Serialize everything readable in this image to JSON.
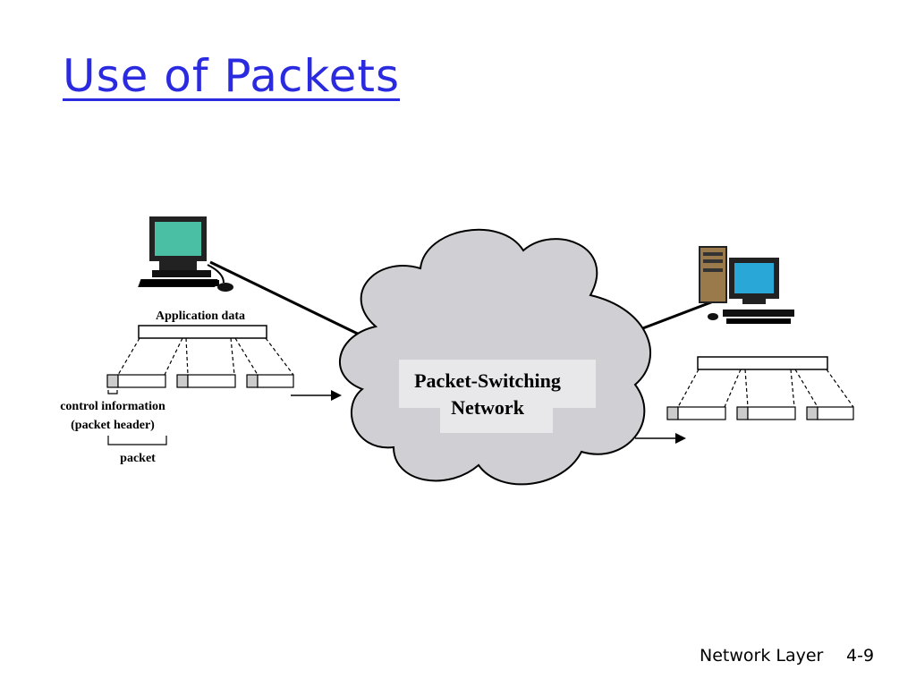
{
  "title": "Use of Packets",
  "diagram": {
    "application_data_label": "Application data",
    "control_info_label_line1": "control information",
    "control_info_label_line2": "(packet header)",
    "packet_label": "packet",
    "network_label_line1": "Packet-Switching",
    "network_label_line2": "Network",
    "icons": [
      "desktop-computer-icon",
      "tower-computer-icon",
      "arrow-right-icon"
    ],
    "colors": {
      "cloud_fill": "#d0d0d4",
      "screen_left": "#4bbfa3",
      "screen_right": "#29a8d8",
      "header_fill": "#cccccc"
    }
  },
  "footer": {
    "section": "Network Layer",
    "page": "4-9"
  }
}
